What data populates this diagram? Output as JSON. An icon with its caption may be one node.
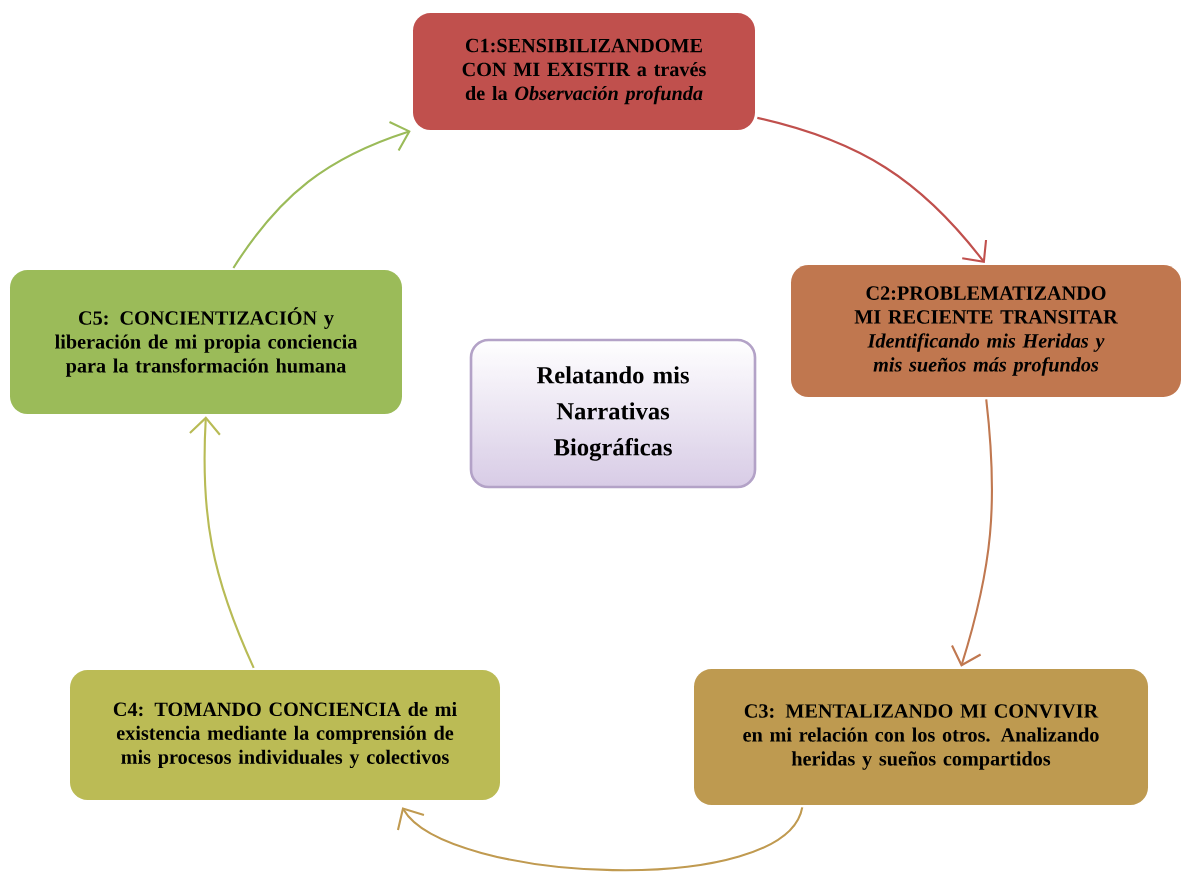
{
  "diagram": {
    "nodes": [
      {
        "text": [
          "C1:SENSIBILIZANDOME CON MI EXISTIR a través de la *Observación profunda*"
        ]
      },
      {
        "text": [
          "C2:PROBLEMATIZANDO MI RECIENTE TRANSITAR",
          "Identificando mis Heridas y mis sueños más profundos"
        ]
      },
      {
        "text": [
          "C3: MENTALIZANDO MI CONVIVIR en mi relación con los otros. Analizando heridas y sueños compartidos"
        ]
      },
      {
        "text": [
          "C4: TOMANDO CONCIENCIA de mi existencia mediante la comprensión de mis procesos individuales y colectivos"
        ]
      },
      {
        "text": [
          "C5: CONCIENTIZACIÓN y liberación de mi propia conciencia para la transformación humana"
        ]
      },
      {
        "text": [
          "Relatando mis Narrativas Biográficas"
        ]
      }
    ],
    "edges": [
      {
        "from": 0,
        "to": 1,
        "arrow": "to",
        "color": "#c0504d"
      },
      {
        "from": 1,
        "to": 2,
        "arrow": "to",
        "color": "#c07850"
      },
      {
        "from": 2,
        "to": 3,
        "arrow": "to",
        "color": "#c09a50"
      },
      {
        "from": 3,
        "to": 4,
        "arrow": "to",
        "color": "#b8bb55"
      },
      {
        "from": 4,
        "to": 0,
        "arrow": "to",
        "color": "#9bbb59"
      }
    ]
  }
}
